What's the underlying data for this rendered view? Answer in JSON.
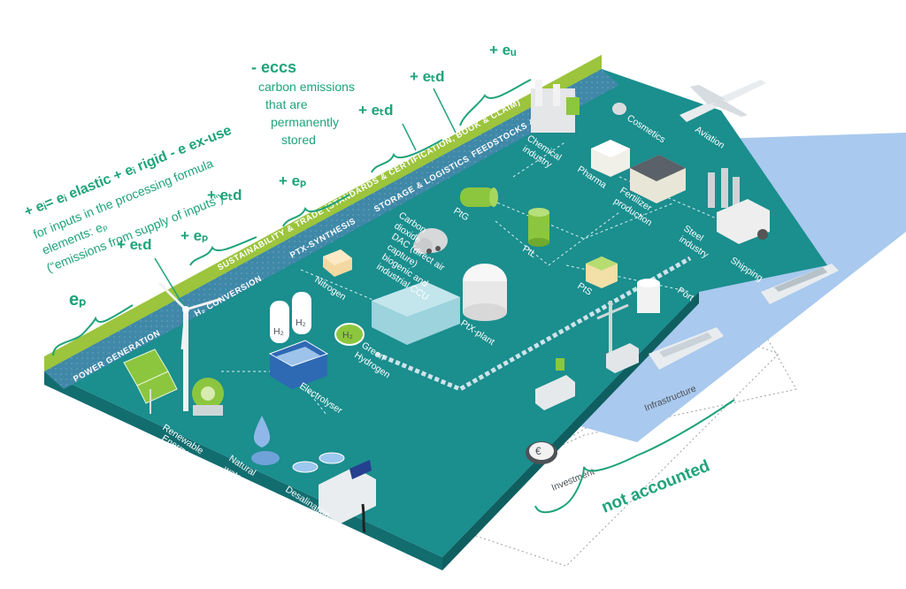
{
  "formula": {
    "ei_line1": "+ eᵢ= eᵢ elastic + eᵢ rigid - e ex-use",
    "ei_line2": "for inputs in the processing formula",
    "ei_line3": "elements: eₚ",
    "ei_line4": "(“emissions from supply of inputs”)",
    "ep_left": "eₚ",
    "etd_1": "+ eₜd",
    "ep_2": "+ eₚ",
    "etd_2": "+ eₜd",
    "ep_3": "+ eₚ",
    "eccs": "- eccs",
    "eccs_l1": "carbon emissions",
    "eccs_l2": "that are",
    "eccs_l3": "permanently",
    "eccs_l4": "stored",
    "etd_3": "+ eₜd",
    "etd_4": "+ eₜd",
    "eu": "+ eᵤ"
  },
  "bands": {
    "power_generation": "POWER GENERATION",
    "h2_conversion": "H₂ CONVERSION",
    "sustainability": "SUSTAINABILITY & TRADE (STANDARDS & CERTIFICATION, BOOK & CLAIM)",
    "ptx_synthesis": "PTX-SYNTHESIS",
    "storage": "STORAGE & LOGISTICS",
    "feedstocks": "FEEDSTOCKS & FUEL USE"
  },
  "labels": {
    "renewable_1": "Renewable",
    "renewable_2": "Energy",
    "water_1": "Natural",
    "water_2": "water source",
    "desalination": "Desalination",
    "electrolyser": "Electrolyser",
    "h2_tank": "H₂",
    "green_h2_1": "Green",
    "green_h2_2": "Hydrogen",
    "nitrogen": "Nitrogen",
    "co2_1": "Carbon",
    "co2_2": "dioxide",
    "co2_3": "DAC (direct air",
    "co2_4": "capture)",
    "co2_5": "biogenic and",
    "co2_6": "industrial CCU",
    "ptx_plant": "PtX-plant",
    "ptg": "PtG",
    "ptl": "PtL",
    "pts": "PtS",
    "port": "Port",
    "chemical_1": "Chemical",
    "chemical_2": "industry",
    "pharma": "Pharma",
    "cosmetics": "Cosmetics",
    "fertilizer_1": "Fertilizer",
    "fertilizer_2": "production",
    "steel_1": "Steel",
    "steel_2": "industry",
    "aviation": "Aviation",
    "shipping": "Shipping",
    "infrastructure": "Infrastructure",
    "investment": "Investment",
    "not_accounted": "not accounted"
  },
  "colors": {
    "platform": "#1b8e8e",
    "platform_side": "#126d6f",
    "band_green": "#9cc43c",
    "band_blue": "#3f88a8",
    "water": "#a9c9ee",
    "accent_green": "#1fa37b"
  }
}
